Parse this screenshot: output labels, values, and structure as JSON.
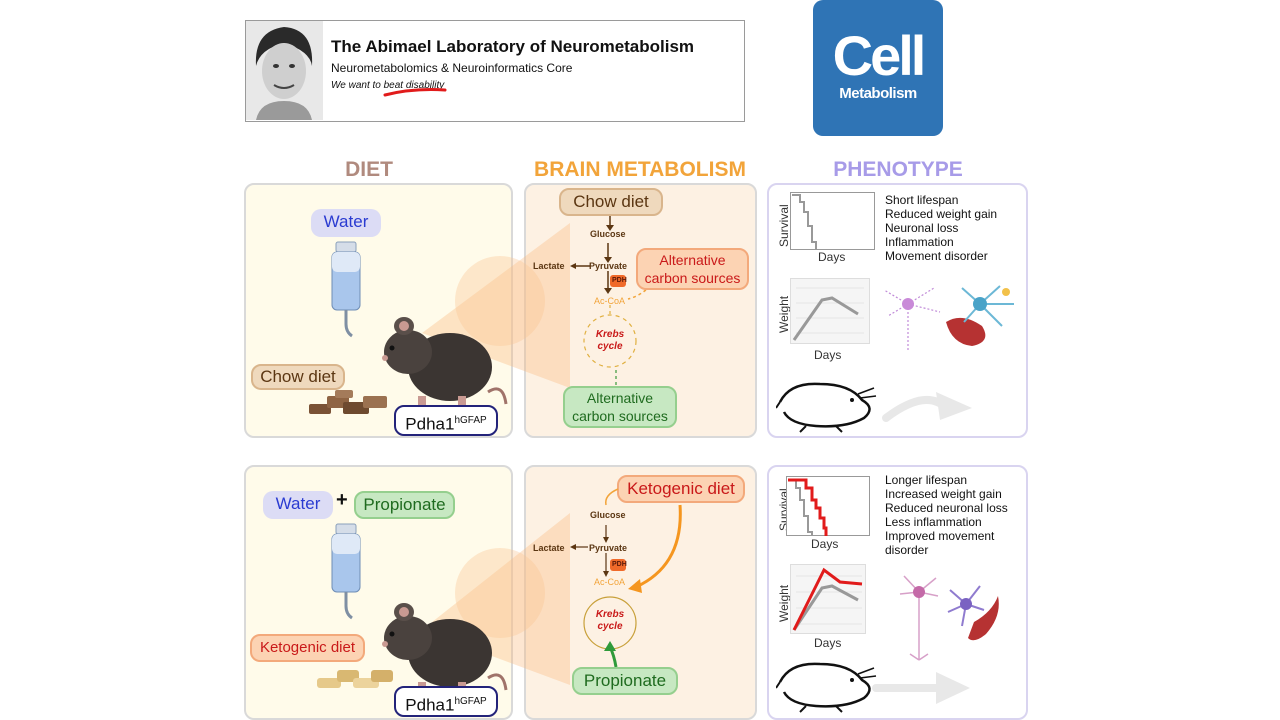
{
  "header": {
    "lab_title": "The Abimael Laboratory of Neurometabolism",
    "lab_subtitle": "Neurometabolomics & Neuroinformatics Core",
    "motto_prefix": "We want to ",
    "motto_emphasis": "beat disability"
  },
  "journal_logo": {
    "word": "Cell",
    "sub": "Metabolism",
    "color": "#2f74b5"
  },
  "columns": {
    "diet": "DIET",
    "brain": "BRAIN METABOLISM",
    "phenotype": "PHENOTYPE"
  },
  "colors": {
    "diet_head": "#b08a7e",
    "brain_head": "#f2a43a",
    "pheno_head": "#a79be8",
    "red_line": "#e11b1b",
    "gray_line": "#999999"
  },
  "top": {
    "diet": {
      "water": "Water",
      "chow": "Chow diet",
      "genotype": "Pdha1",
      "genotype_sup": "hGFAP"
    },
    "brain": {
      "diet_label": "Chow diet",
      "glucose": "Glucose",
      "lactate": "Lactate",
      "pyruvate": "Pyruvate",
      "pdh": "PDH",
      "acoa": "Ac-CoA",
      "krebs_1": "Krebs",
      "krebs_2": "cycle",
      "alt_orange_1": "Alternative",
      "alt_orange_2": "carbon sources",
      "alt_green_1": "Alternative",
      "alt_green_2": "carbon sources"
    },
    "phenotype": {
      "survival_label": "Survival",
      "days": "Days",
      "weight_label": "Weight",
      "list": [
        "Short lifespan",
        "Reduced weight gain",
        "Neuronal loss",
        "Inflammation",
        "Movement disorder"
      ]
    }
  },
  "bottom": {
    "diet": {
      "water": "Water",
      "plus": "+",
      "propionate": "Propionate",
      "keto": "Ketogenic diet",
      "genotype": "Pdha1",
      "genotype_sup": "hGFAP"
    },
    "brain": {
      "diet_label": "Ketogenic diet",
      "glucose": "Glucose",
      "lactate": "Lactate",
      "pyruvate": "Pyruvate",
      "pdh": "PDH",
      "acoa": "Ac-CoA",
      "krebs_1": "Krebs",
      "krebs_2": "cycle",
      "propionate": "Propionate"
    },
    "phenotype": {
      "survival_label": "Survival",
      "days": "Days",
      "weight_label": "Weight",
      "list": [
        "Longer lifespan",
        "Increased weight gain",
        "Reduced neuronal loss",
        "Less inflammation",
        "Improved movement",
        "disorder"
      ]
    }
  }
}
